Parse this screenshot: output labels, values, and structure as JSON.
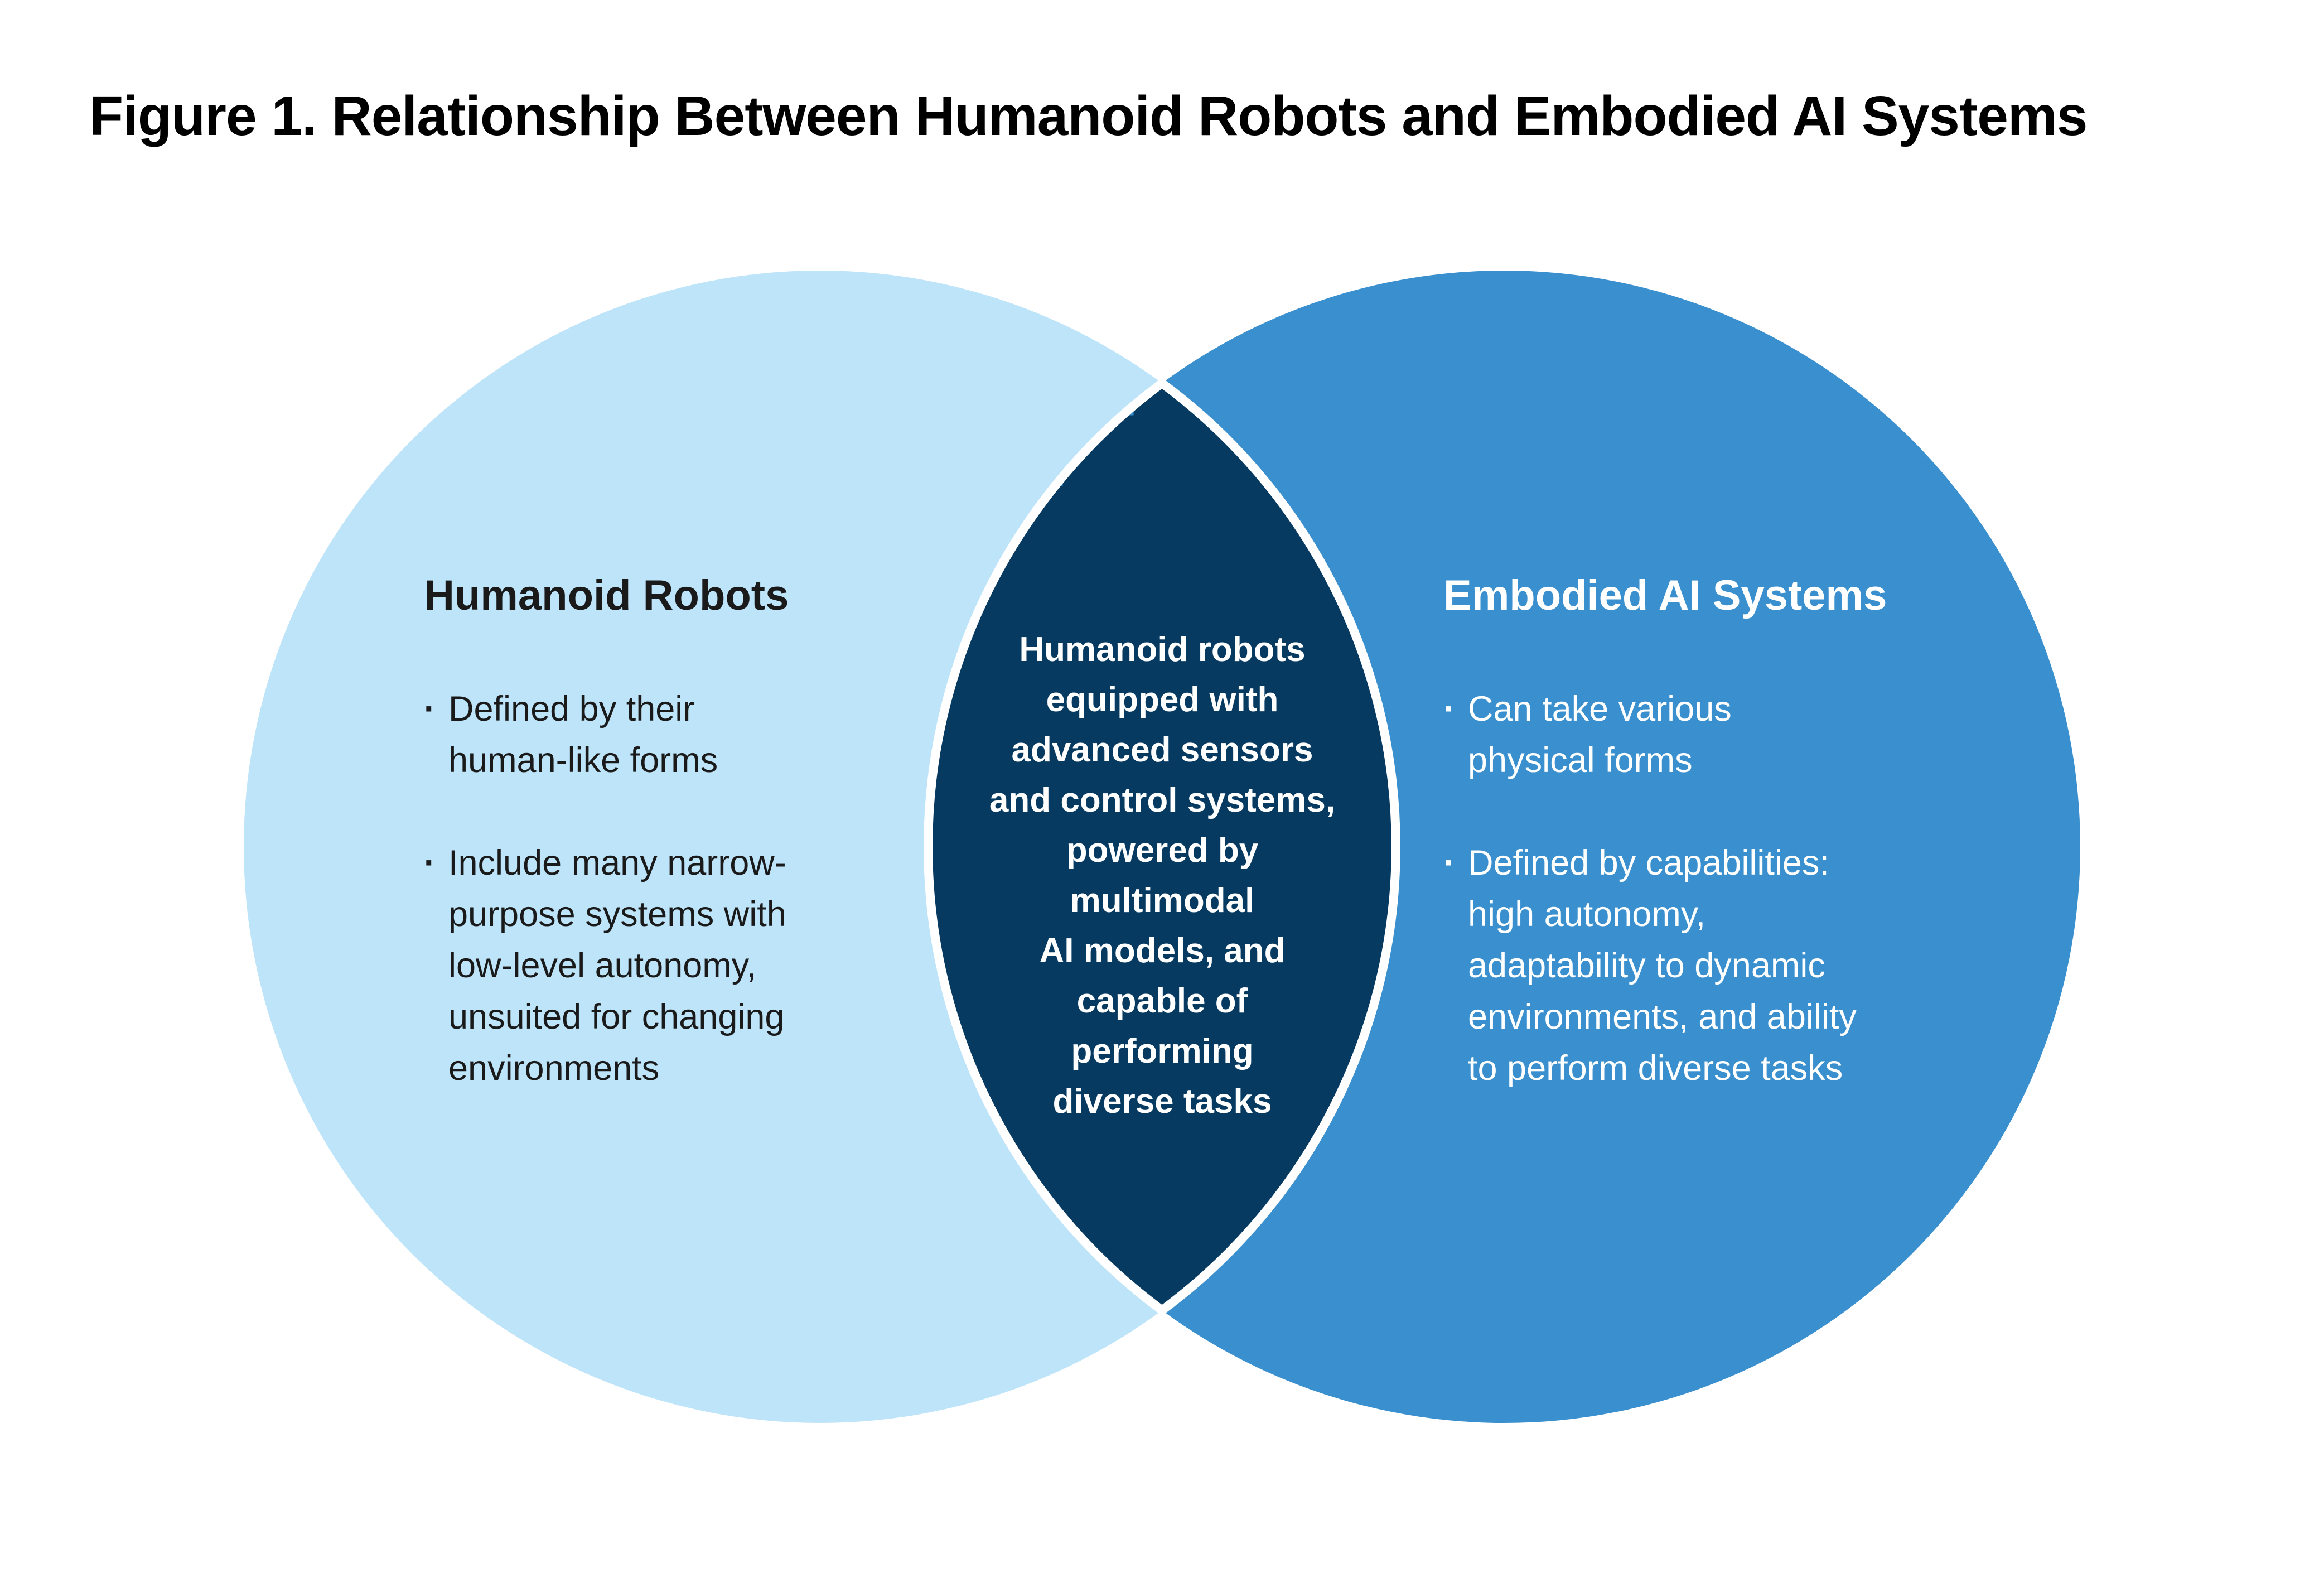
{
  "title": "Figure 1. Relationship Between Humanoid Robots and Embodied AI Systems",
  "bullet_marker": "·",
  "venn": {
    "left": {
      "heading": "Humanoid Robots",
      "bullets": [
        "Defined by their\nhuman-like forms",
        "Include many narrow-\npurpose systems with\nlow-level autonomy,\nunsuited for changing\nenvironments"
      ],
      "color": "#BDE4F9",
      "text_color": "#1A1A1A"
    },
    "right": {
      "heading": "Embodied AI Systems",
      "bullets": [
        "Can take various\nphysical forms",
        "Defined by capabilities:\nhigh autonomy,\nadaptability to dynamic\nenvironments, and ability\nto perform diverse tasks"
      ],
      "color": "#3A90CE",
      "text_color": "#FFFFFF"
    },
    "intersection": {
      "text": "Humanoid robots\nequipped with\nadvanced sensors\nand control systems,\npowered by\nmultimodal\nAI models, and\ncapable of\nperforming\ndiverse tasks",
      "color": "#063A61",
      "text_color": "#FFFFFF",
      "outline_color": "#FFFFFF"
    }
  }
}
